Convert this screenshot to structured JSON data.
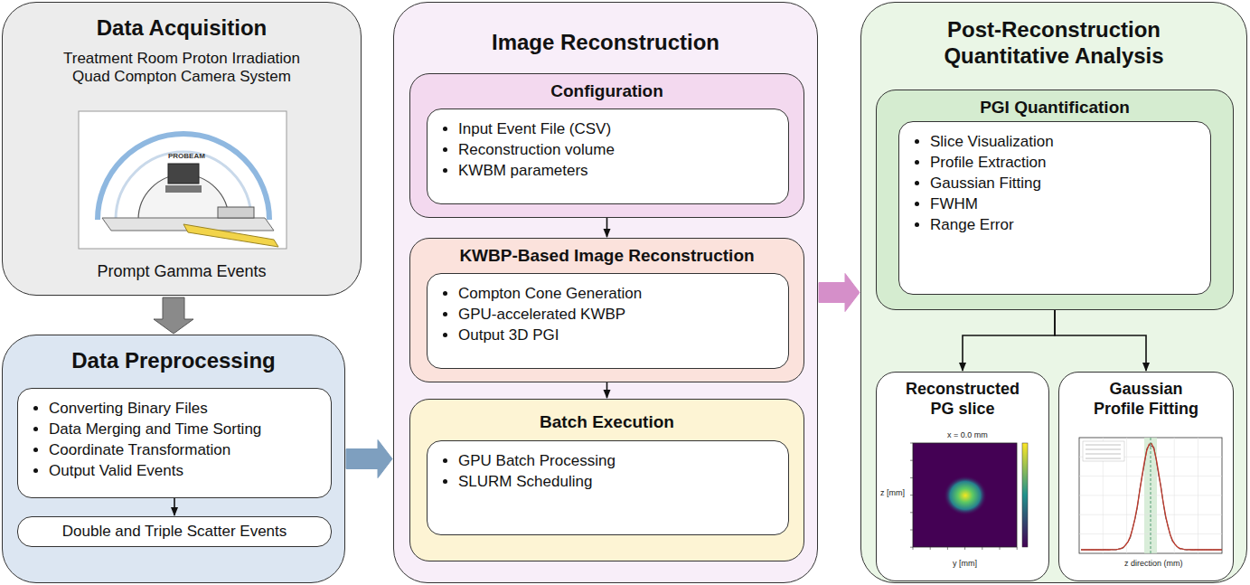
{
  "diagram": {
    "nodes": [
      {
        "text": [
          "Data Acquisition",
          "Treatment Room Proton Irradiation Quad Compton Camera System",
          "Prompt Gamma Events"
        ]
      },
      {
        "text": [
          "Data Preprocessing"
        ]
      },
      {
        "text": [
          "Converting Binary Files",
          "Data Merging and Time Sorting",
          "Coordinate Transformation",
          "Output Valid Events"
        ],
        "in": 1
      },
      {
        "text": [
          "Double and Triple Scatter Events"
        ],
        "in": 1
      },
      {
        "text": [
          "Image Reconstruction"
        ]
      },
      {
        "text": [
          "Configuration"
        ],
        "in": 4
      },
      {
        "text": [
          "Input Event File (CSV)",
          "Reconstruction volume",
          "KWBM parameters"
        ],
        "in": 5
      },
      {
        "text": [
          "KWBP-Based Image Reconstruction"
        ],
        "in": 4
      },
      {
        "text": [
          "Compton Cone Generation",
          "GPU-accelerated KWBP",
          "Output 3D PGI"
        ],
        "in": 7
      },
      {
        "text": [
          "Batch Execution"
        ],
        "in": 4
      },
      {
        "text": [
          "GPU Batch Processing",
          "SLURM Scheduling"
        ],
        "in": 9
      },
      {
        "text": [
          "Post-Reconstruction Quantitative Analysis"
        ]
      },
      {
        "text": [
          "PGI Quantification"
        ],
        "in": 11
      },
      {
        "text": [
          "Slice Visualization",
          "Profile Extraction",
          "Gaussian Fitting",
          "FWHM",
          "Range Error"
        ],
        "in": 12
      },
      {
        "text": [
          "Reconstructed PG slice"
        ],
        "in": 11
      },
      {
        "text": [
          "Gaussian Profile Fitting"
        ],
        "in": 11
      }
    ],
    "edges": [
      {
        "from": 0,
        "to": 1,
        "arrow": "to"
      },
      {
        "from": 2,
        "to": 3,
        "arrow": "to"
      },
      {
        "from": 1,
        "to": 4,
        "arrow": "to"
      },
      {
        "from": 5,
        "to": 7,
        "arrow": "to"
      },
      {
        "from": 7,
        "to": 9,
        "arrow": "to"
      },
      {
        "from": 4,
        "to": 11,
        "arrow": "to"
      },
      {
        "from": 12,
        "to": 14,
        "arrow": "to"
      },
      {
        "from": 12,
        "to": 15,
        "arrow": "to"
      }
    ],
    "labels": [
      "PROBEAM",
      "x = 0.0 mm",
      "y [mm]",
      "z [mm]",
      "z direction (mm)"
    ]
  }
}
